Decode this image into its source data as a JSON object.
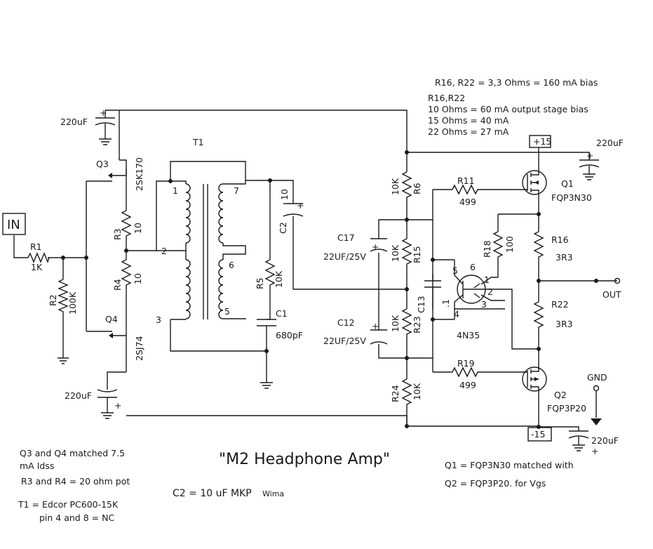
{
  "title": "\"M2 Headphone Amp\"",
  "labels": {
    "in": "IN",
    "out": "OUT",
    "gnd": "GND",
    "pos_rail": "+15",
    "neg_rail": "-15",
    "t1": "T1",
    "r1": "R1",
    "r1_val": "1K",
    "r2": "R2",
    "r2_val": "100K",
    "r3": "R3",
    "r3_val": "10",
    "r4": "R4",
    "r4_val": "10",
    "r5": "R5",
    "r5_val": "10K",
    "r6": "R6",
    "r6_val": "10K",
    "r11": "R11",
    "r11_val": "499",
    "r15": "R15",
    "r15_val": "10K",
    "r16": "R16",
    "r16_val": "3R3",
    "r18": "R18",
    "r18_val": "100",
    "r19": "R19",
    "r19_val": "499",
    "r22": "R22",
    "r22_val": "3R3",
    "r23": "R23",
    "r23_val": "10K",
    "r24": "R24",
    "r24_val": "10K",
    "c1": "C1",
    "c1_val": "680pF",
    "c2": "C2",
    "c2_val": "10",
    "c12": "C12",
    "c12_val": "22UF/25V",
    "c13": "C13",
    "c13_val": ".1",
    "c17": "C17",
    "c17_val": "22UF/25V",
    "cap_top_left": "220uF",
    "cap_bottom_left": "220uF",
    "cap_top_right": "220uF",
    "cap_bottom_right": "220uF",
    "q1": "Q1",
    "q1_part": "FQP3N30",
    "q2": "Q2",
    "q2_part": "FQP3P20",
    "q3": "Q3",
    "q3_part": "2SK170",
    "q4": "Q4",
    "q4_part": "2SJ74",
    "opto": "4N35",
    "pin1": "1",
    "pin2": "2",
    "pin3": "3",
    "pin5": "5",
    "pin6": "6",
    "pin7": "7",
    "opto_pin1": "1",
    "opto_pin2": "2",
    "opto_pin3": "3",
    "opto_pin4": "4",
    "opto_pin5": "5",
    "opto_pin6": "6",
    "plus": "+"
  },
  "notes": {
    "bias_main": "R16, R22 = 3,3 Ohms = 160 mA bias",
    "bias_head": "R16,R22",
    "bias_1": "10 Ohms = 60 mA output stage bias",
    "bias_2": "15 Ohms = 40 mA",
    "bias_3": "22 Ohms = 27 mA",
    "match_1": "Q3 and Q4 matched 7.5",
    "match_2": "mA Idss",
    "pot": "R3 and R4 = 20 ohm pot",
    "t1_1": "T1 = Edcor PC600-15K",
    "t1_2": "pin 4 and 8 = NC",
    "c2_note": "C2 = 10 uF MKP",
    "c2_brand": "Wima",
    "q_match_1": "Q1 = FQP3N30 matched with",
    "q_match_2": "Q2 = FQP3P20.  for Vgs"
  }
}
